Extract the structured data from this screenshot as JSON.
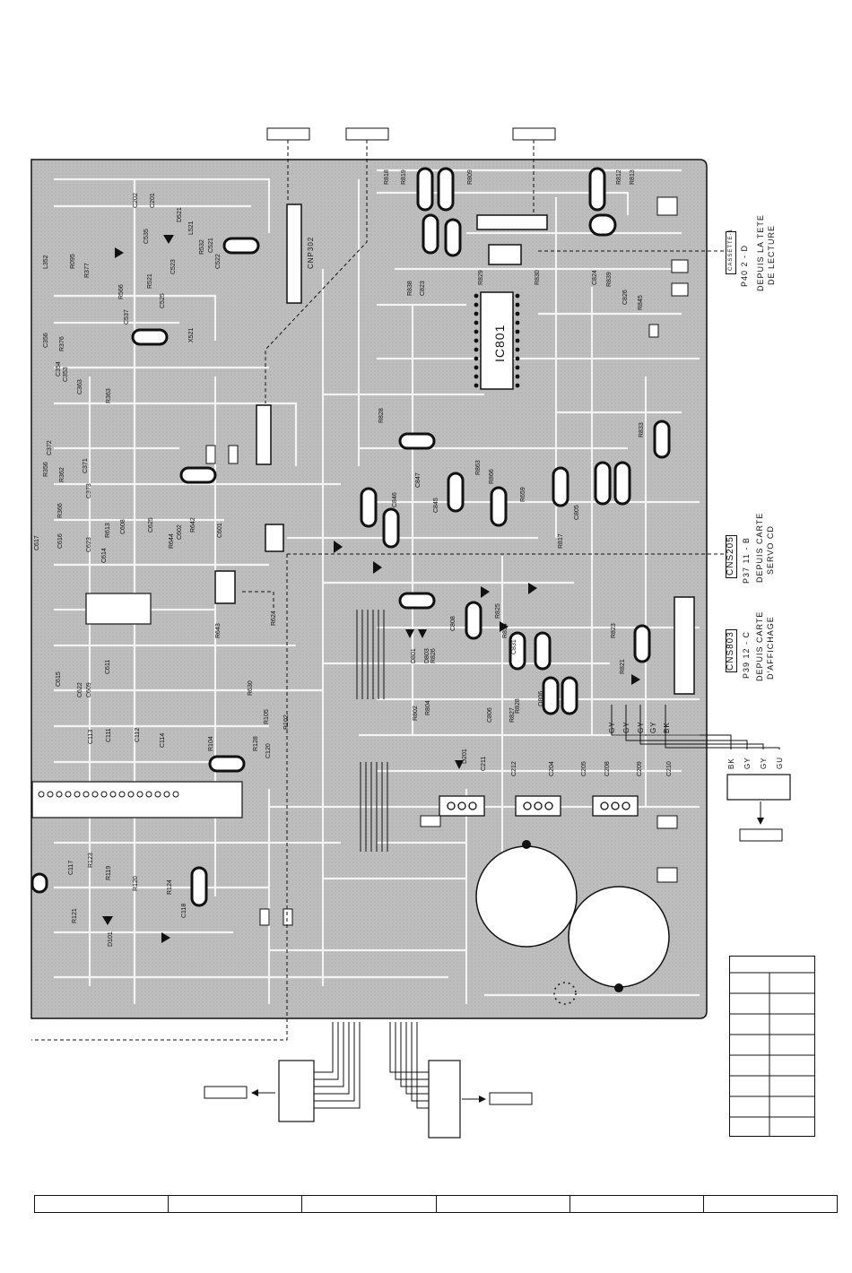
{
  "connectors": {
    "cassette": {
      "tag": "CASSETTE-1",
      "page": "P40 2 - D",
      "line1": "DEPUIS LA TETE",
      "line2": "DE LECTURE"
    },
    "cns205": {
      "tag": "CNS205",
      "page": "P37 11 - B",
      "line1": "DEPUIS CARTE",
      "line2": "SERVO CD"
    },
    "cns803": {
      "tag": "CNS803",
      "page": "P39 12 - C",
      "line1": "DEPUIS CARTE",
      "line2": "D'AFFICHAGE"
    }
  },
  "ic": {
    "main": "IC801",
    "cnp": "CNP302"
  },
  "wire_colors": {
    "bk": "BK",
    "gy": "GY",
    "gu": "GU"
  },
  "refs": [
    "R818",
    "R819",
    "R809",
    "R812",
    "R813",
    "C202",
    "C201",
    "D521",
    "L521",
    "C535",
    "R532",
    "C521",
    "C523",
    "C525",
    "C522",
    "L352",
    "R095",
    "R377",
    "R566",
    "R521",
    "C537",
    "X521",
    "C356",
    "R376",
    "C354",
    "C353",
    "C363",
    "R363",
    "C372",
    "R356",
    "R362",
    "C371",
    "C373",
    "R366",
    "C617",
    "C616",
    "C623",
    "C614",
    "R613",
    "C608",
    "C625",
    "C602",
    "R642",
    "R644",
    "C601",
    "R643",
    "R624",
    "R630",
    "C615",
    "C622",
    "C611",
    "C609",
    "C113",
    "C111",
    "C112",
    "C114",
    "R102",
    "R104",
    "R128",
    "C120",
    "R105",
    "R838",
    "C823",
    "R829",
    "R830",
    "C824",
    "R839",
    "C826",
    "R845",
    "R828",
    "C847",
    "C846",
    "C845",
    "R863",
    "R866",
    "C805",
    "R659",
    "R833",
    "R817",
    "D801",
    "D803",
    "R826",
    "R825",
    "R834",
    "C808",
    "C831",
    "R823",
    "R821",
    "R802",
    "R804",
    "C806",
    "R827",
    "R828",
    "Q806",
    "D201",
    "C211",
    "C212",
    "C204",
    "C205",
    "C208",
    "C209",
    "C210",
    "R119",
    "R120",
    "R121",
    "R123",
    "C117",
    "R124",
    "C118",
    "D101"
  ]
}
